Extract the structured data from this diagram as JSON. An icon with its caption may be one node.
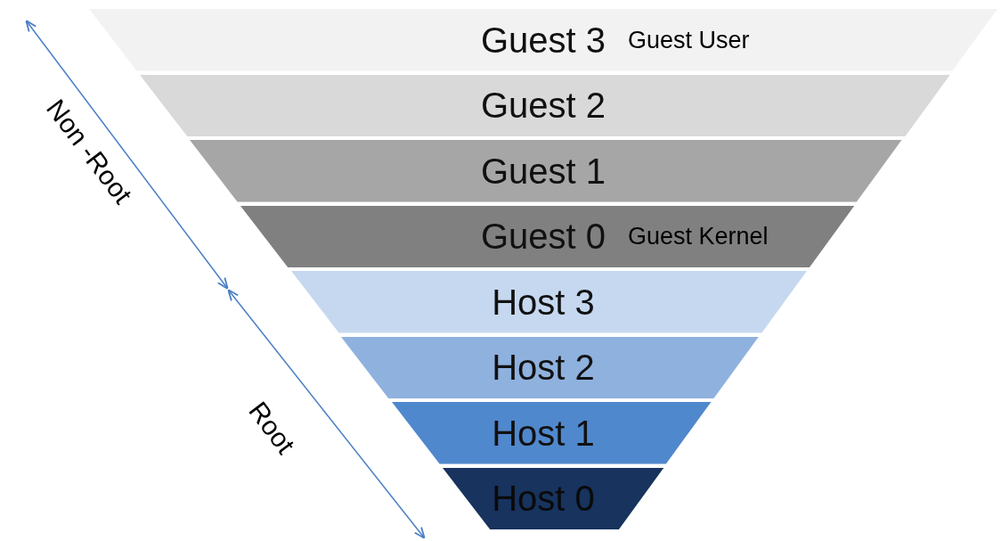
{
  "diagram": {
    "nodes": [
      {
        "text": [
          "Guest 3",
          "Guest User"
        ]
      },
      {
        "text": [
          "Guest 2"
        ]
      },
      {
        "text": [
          "Guest 1"
        ]
      },
      {
        "text": [
          "Guest 0",
          "Guest Kernel"
        ]
      },
      {
        "text": [
          "Host 3"
        ]
      },
      {
        "text": [
          "Host 2"
        ]
      },
      {
        "text": [
          "Host 1"
        ]
      },
      {
        "text": [
          "Host 0"
        ]
      }
    ],
    "edges": [],
    "labels": [
      "Non -Root",
      "Root"
    ]
  }
}
